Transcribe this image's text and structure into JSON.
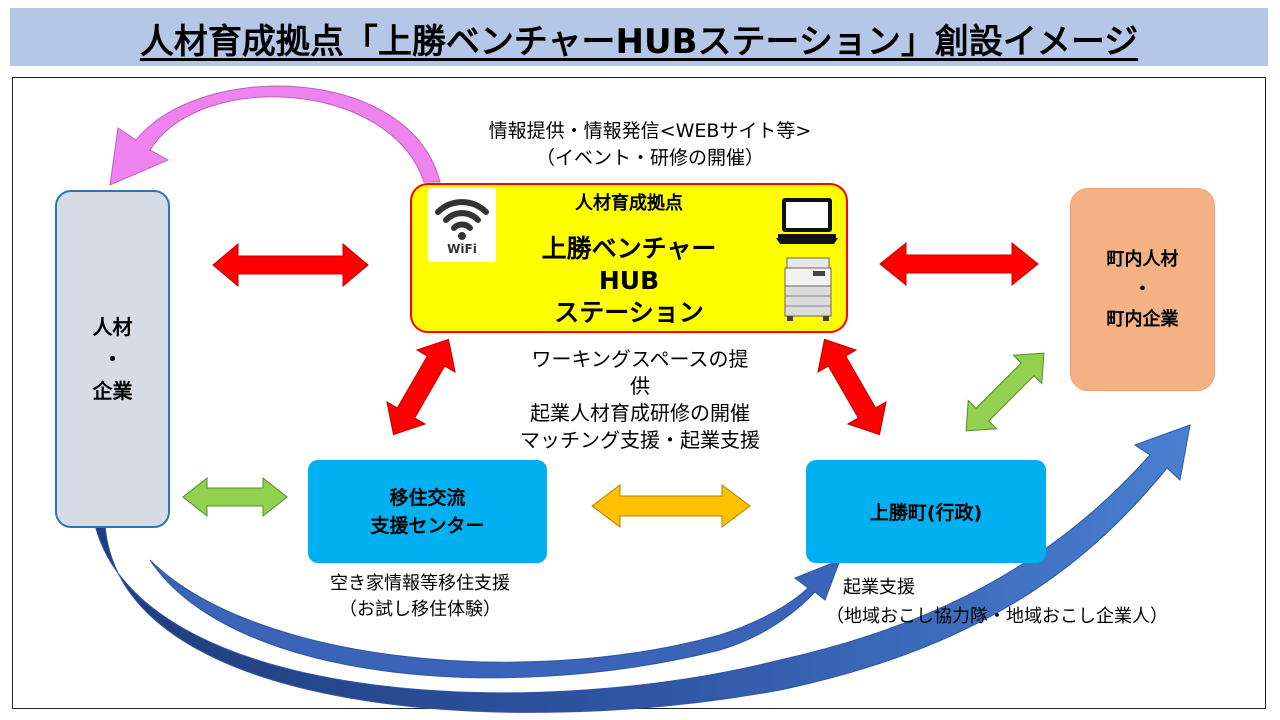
{
  "title": "人材育成拠点「上勝ベンチャーHUBステーション」創設イメージ",
  "top_caption": {
    "line1": "情報提供・情報発信<WEBサイト等>",
    "line2": "（イベント・研修の開催）"
  },
  "hub": {
    "subtitle": "人材育成拠点",
    "name_line1": "上勝ベンチャー",
    "name_line2": "HUB",
    "name_line3": "ステーション",
    "wifi_label": "WiFi"
  },
  "left_box": {
    "line1": "人材",
    "line2": "・",
    "line3": "企業"
  },
  "right_box": {
    "line1": "町内人材",
    "line2": "・",
    "line3": "町内企業"
  },
  "ijuu_box": {
    "line1": "移住交流",
    "line2": "支援センター"
  },
  "gov_box": {
    "label": "上勝町(行政)"
  },
  "center_caption": {
    "line1": "ワーキングスペースの提",
    "line2": "供",
    "line3": "起業人材育成研修の開催",
    "line4": "マッチング支援・起業支援"
  },
  "ijuu_caption": {
    "line1": "空き家情報等移住支援",
    "line2": "（お試し移住体験）"
  },
  "gov_caption": {
    "line1": "起業支援",
    "line2": "（地域おこし協力隊・地域おこし企業人）"
  },
  "colors": {
    "title_band": "#b4c7e7",
    "hub_fill": "#ffff00",
    "hub_border": "#ff0000",
    "blue_box": "#00b0f0",
    "left_box": "#d6dce5",
    "right_box": "#f4b183",
    "red_arrow": "#ff0000",
    "green_arrow": "#92d050",
    "orange_arrow": "#ffc000",
    "pink_arrow": "#ee82ee",
    "blue_arrow": "#4472c4"
  }
}
